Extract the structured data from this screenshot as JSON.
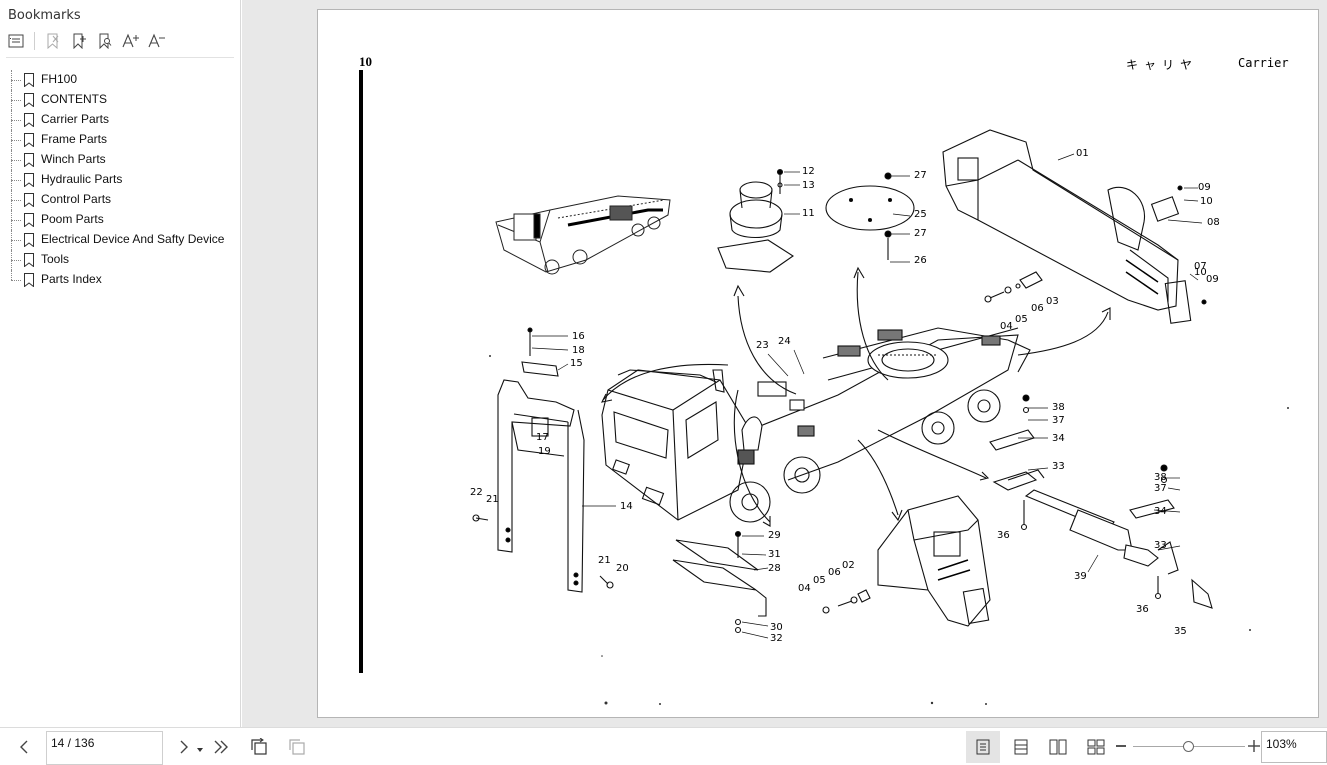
{
  "sidebar": {
    "title": "Bookmarks",
    "items": [
      {
        "label": "FH100"
      },
      {
        "label": "CONTENTS"
      },
      {
        "label": "Carrier Parts"
      },
      {
        "label": "Frame Parts"
      },
      {
        "label": "Winch Parts"
      },
      {
        "label": "Hydraulic Parts"
      },
      {
        "label": "Control Parts"
      },
      {
        "label": "Poom Parts"
      },
      {
        "label": "Electrical Device And Safty Device"
      },
      {
        "label": "Tools"
      },
      {
        "label": "Parts Index"
      }
    ]
  },
  "page": {
    "number_label": "10",
    "heading_jp": "キャリヤ",
    "heading_en": "Carrier",
    "callouts": [
      "01",
      "02",
      "03",
      "04",
      "05",
      "06",
      "07",
      "08",
      "09",
      "10",
      "11",
      "12",
      "13",
      "14",
      "15",
      "16",
      "17",
      "18",
      "19",
      "20",
      "21",
      "22",
      "23",
      "24",
      "25",
      "26",
      "27",
      "28",
      "29",
      "30",
      "31",
      "32",
      "33",
      "34",
      "35",
      "36",
      "37",
      "38",
      "39"
    ]
  },
  "bottombar": {
    "page_indicator": "14 / 136",
    "zoom": "103%"
  },
  "colors": {
    "sidebar_bg": "#ffffff",
    "doc_bg": "#e8e8e8",
    "page_bg": "#ffffff",
    "active_view_bg": "#e4e4e4"
  }
}
